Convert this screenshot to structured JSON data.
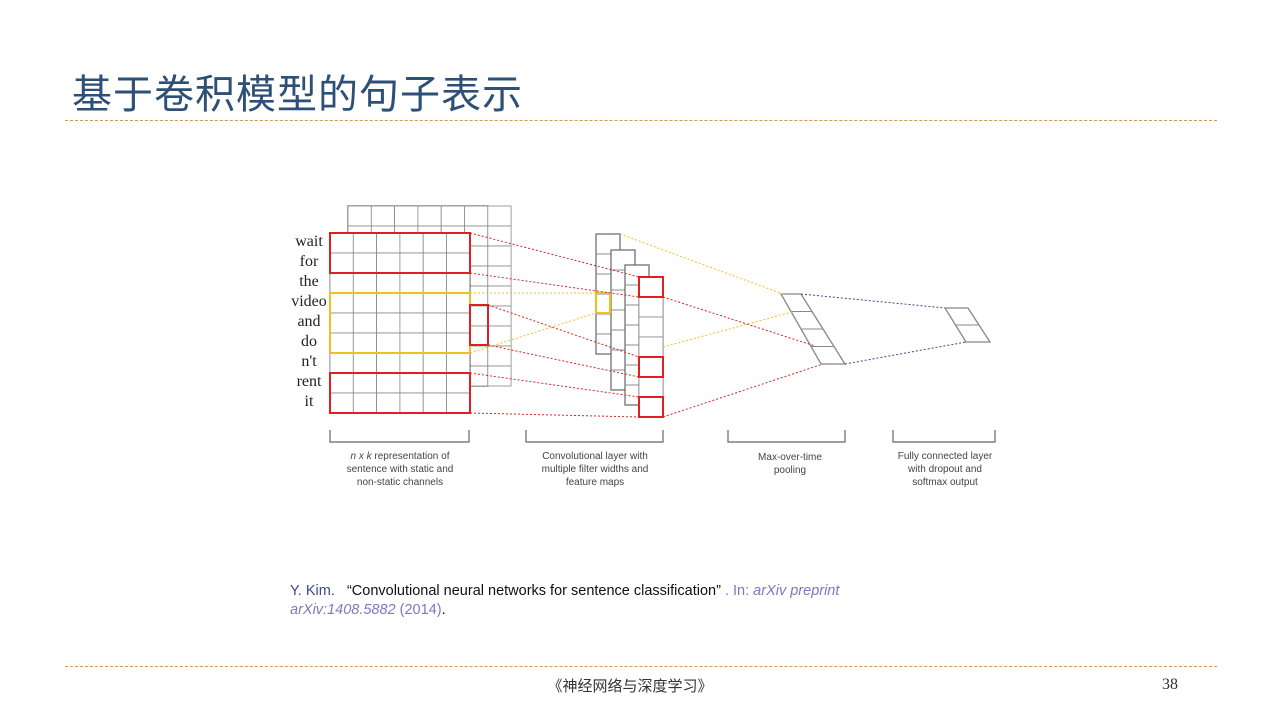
{
  "title": "基于卷积模型的句子表示",
  "diagram": {
    "words": [
      "wait",
      "for",
      "the",
      "video",
      "and",
      "do",
      "n't",
      "rent",
      "it"
    ],
    "labels": [
      {
        "em": "n x k",
        "rest": " representation of",
        "l2": "sentence with static and",
        "l3": "non-static channels"
      },
      {
        "em": "",
        "rest": "Convolutional layer with",
        "l2": "multiple filter widths and",
        "l3": "feature maps"
      },
      {
        "em": "",
        "rest": "Max-over-time",
        "l2": "pooling",
        "l3": ""
      },
      {
        "em": "",
        "rest": "Fully connected layer",
        "l2": "with dropout and",
        "l3": "softmax output"
      }
    ],
    "colors": {
      "red": "#e02020",
      "yellow": "#f0c020",
      "grid": "#888888",
      "blue": "#3a4a8a"
    }
  },
  "citation": {
    "author": "Y. Kim.",
    "paper": "“Convolutional neural networks for sentence classification”",
    "in": ". In:",
    "venue": "arXiv preprint arXiv:1408.5882",
    "year": "(2014)",
    "end": "."
  },
  "footer": {
    "book": "《神经网络与深度学习》",
    "page": "38"
  }
}
